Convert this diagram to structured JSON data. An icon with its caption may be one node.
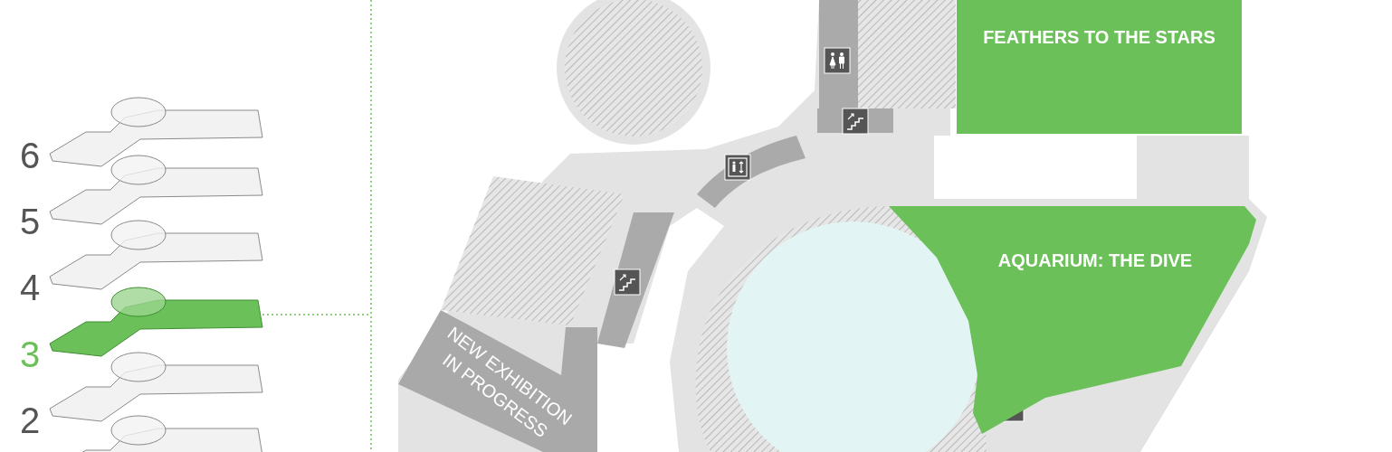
{
  "diagram": {
    "nodes": [
      {
        "text": [
          "FEATHERS TO THE STARS"
        ]
      },
      {
        "text": [
          "AQUARIUM: THE DIVE"
        ]
      },
      {
        "text": [
          "NEW EXHIBITION IN PROGRESS"
        ]
      }
    ],
    "labels": [
      "6",
      "5",
      "4",
      "3",
      "2"
    ]
  }
}
